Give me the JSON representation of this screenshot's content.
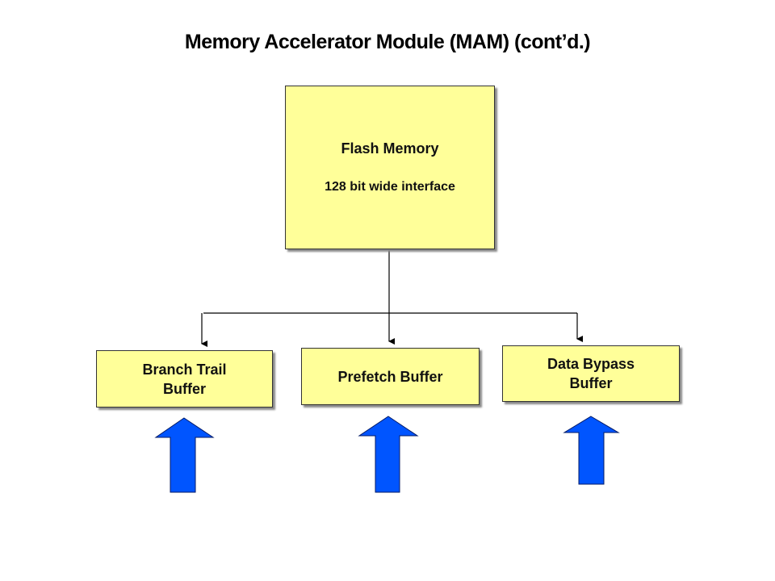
{
  "title": "Memory Accelerator Module (MAM)  (cont’d.)",
  "colors": {
    "box_fill": "#ffff99",
    "arrow_fill": "#0055ff",
    "line": "#000000"
  },
  "nodes": {
    "flash": {
      "label": "Flash Memory",
      "sublabel": "128 bit wide interface"
    },
    "branch_trail": {
      "label_line1": "Branch Trail",
      "label_line2": "Buffer"
    },
    "prefetch": {
      "label": "Prefetch Buffer"
    },
    "data_bypass": {
      "label_line1": "Data Bypass",
      "label_line2": "Buffer"
    }
  },
  "edges": [
    {
      "from": "flash",
      "to": "branch_trail"
    },
    {
      "from": "flash",
      "to": "prefetch"
    },
    {
      "from": "flash",
      "to": "data_bypass"
    }
  ],
  "input_arrows": [
    "branch_trail",
    "prefetch",
    "data_bypass"
  ]
}
